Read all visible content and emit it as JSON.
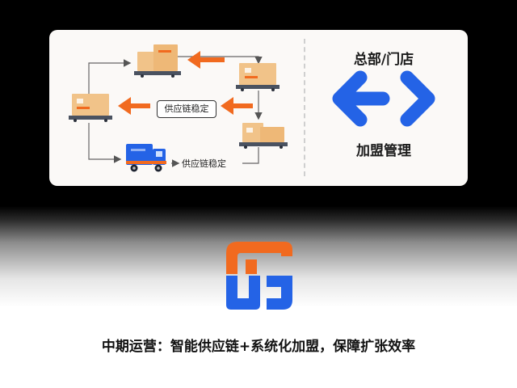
{
  "diagram": {
    "supply_label_1": "供应链稳定",
    "supply_label_2": "供应链稳定",
    "hq_store_label": "总部/门店",
    "franchise_label": "加盟管理"
  },
  "caption": "中期运营：智能供应链+系统化加盟，保障扩张效率",
  "colors": {
    "orange": "#f16a1f",
    "blue": "#2463e6",
    "box": "#f1c389",
    "card": "#fbf9f7"
  }
}
